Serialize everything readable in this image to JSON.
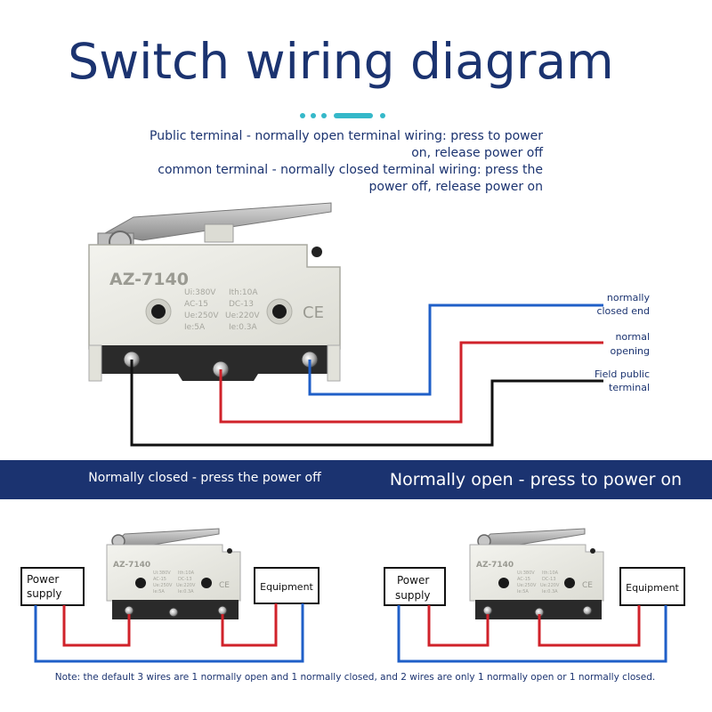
{
  "title": "Switch wiring diagram",
  "description": {
    "line1": "Public terminal - normally open terminal wiring: press to power",
    "line2": "on, release power off",
    "line3": "common terminal - normally closed terminal wiring: press the",
    "line4": "power off, release power on"
  },
  "switch": {
    "model": "AZ-7140",
    "ratings": {
      "ui": "Ui:380V",
      "ith": "Ith:10A",
      "ac": "AC-15",
      "dc": "DC-13",
      "ue1": "Ue:250V",
      "ue2": "Ue:220V",
      "ie1": "Ie:5A",
      "ie2": "Ie:0.3A"
    },
    "ce": "CE"
  },
  "terminals": {
    "closed": {
      "line1": "normally",
      "line2": "closed end"
    },
    "open": {
      "line1": "normal",
      "line2": "opening"
    },
    "common": {
      "line1": "Field public",
      "line2": "terminal"
    }
  },
  "banner": {
    "left": "Normally closed - press the power off",
    "right": "Normally open - press to power on"
  },
  "nc_circuit": {
    "power": {
      "line1": "Power",
      "line2": "supply"
    },
    "equipment": "Equipment"
  },
  "no_circuit": {
    "power": {
      "line1": "Power",
      "line2": "supply"
    },
    "equipment": "Equipment"
  },
  "note": "Note: the default 3 wires are 1 normally open and 1 normally closed, and 2 wires are only 1 normally open or 1 normally closed.",
  "colors": {
    "navy": "#1b3370",
    "wire_blue": "#1f5fc8",
    "wire_red": "#d0222a",
    "wire_black": "#111111",
    "dot_teal": "#35b8c9",
    "switch_body": "#ecece6",
    "switch_base": "#2a2a2a"
  }
}
